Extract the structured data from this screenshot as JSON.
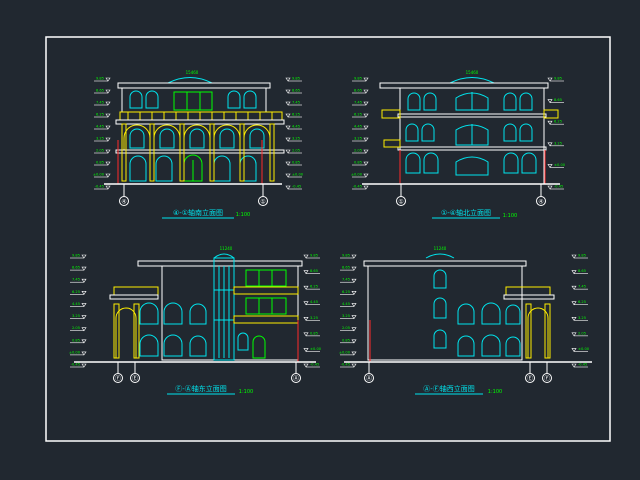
{
  "colors": {
    "background": "#212830",
    "frame": "#ffffff",
    "outline": "#ffffff",
    "window": "#00e5ee",
    "column": "#ffee00",
    "green": "#00ff00",
    "red": "#ff2a2a",
    "cyan_text": "#00e5ee"
  },
  "elevations": [
    {
      "id": "south",
      "caption": "④-①轴南立面图",
      "scale": "1:100",
      "axis_left": "④",
      "axis_right": "①",
      "top_dim": "15460",
      "levels_left": [
        "9.85",
        "8.65",
        "7.45",
        "6.25",
        "4.45",
        "3.25",
        "2.05",
        "0.85",
        "±0.00",
        "-0.45"
      ],
      "levels_right": [
        "9.85",
        "8.65",
        "7.45",
        "6.25",
        "4.45",
        "3.25",
        "2.05",
        "0.85",
        "±0.00",
        "-0.45"
      ]
    },
    {
      "id": "north",
      "caption": "①-④轴北立面图",
      "scale": "1:100",
      "axis_left": "①",
      "axis_right": "④",
      "top_dim": "15460",
      "levels_left": [
        "9.85",
        "8.65",
        "7.45",
        "6.25",
        "4.45",
        "3.25",
        "2.05",
        "0.85",
        "±0.00",
        "-0.45"
      ],
      "levels_right": [
        "9.85",
        "8.65",
        "6.25",
        "3.25",
        "±0.00",
        "-0.45"
      ]
    },
    {
      "id": "east",
      "caption": "Ⓕ-Ⓐ轴东立面图",
      "scale": "1:100",
      "axis_left_a": "Ⓕ",
      "axis_left_b": "Ⓔ",
      "axis_right": "Ⓐ",
      "top_dim": "11240",
      "levels_left": [
        "9.85",
        "8.65",
        "7.45",
        "6.25",
        "4.45",
        "3.25",
        "2.05",
        "0.85",
        "±0.00",
        "-0.45"
      ],
      "levels_right": [
        "9.85",
        "8.65",
        "6.25",
        "4.45",
        "3.25",
        "0.85",
        "±0.00",
        "-0.45"
      ]
    },
    {
      "id": "west",
      "caption": "Ⓐ-Ⓕ轴西立面图",
      "scale": "1:100",
      "axis_left": "Ⓐ",
      "axis_right_a": "Ⓔ",
      "axis_right_b": "Ⓕ",
      "top_dim": "11240",
      "levels_left": [
        "9.85",
        "8.65",
        "7.45",
        "6.25",
        "4.45",
        "3.25",
        "2.05",
        "0.85",
        "±0.00",
        "-0.45"
      ],
      "levels_right": [
        "9.85",
        "8.65",
        "7.45",
        "6.25",
        "3.25",
        "2.05",
        "±0.00",
        "-0.45"
      ]
    }
  ]
}
